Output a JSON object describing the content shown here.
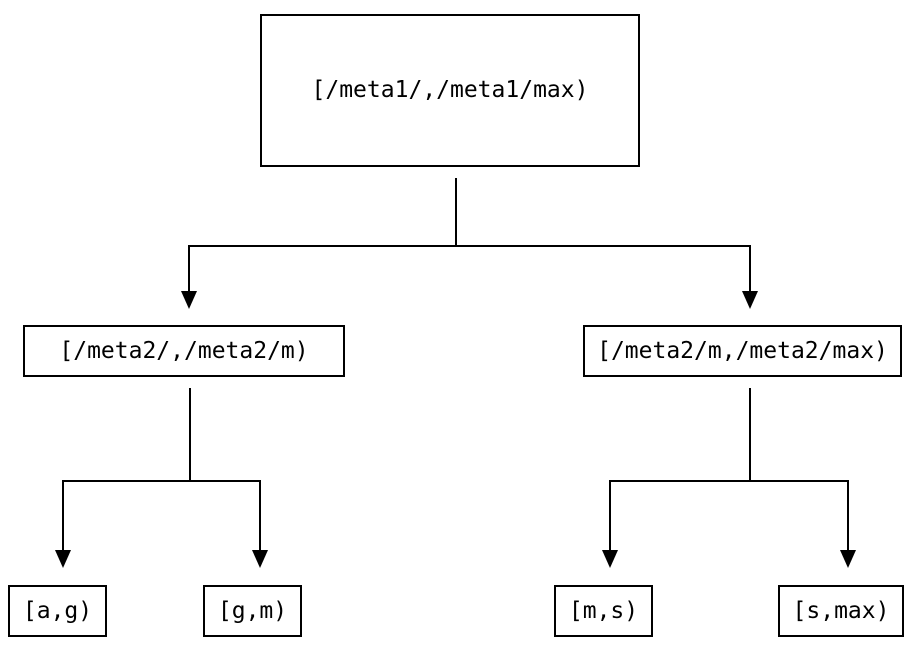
{
  "figure": {
    "type": "tree-diagram",
    "background": "#ffffff",
    "line_color": "#000000",
    "nodes": {
      "root": {
        "label": "[/meta1/,/meta1/max)"
      },
      "branch_left": {
        "label": "[/meta2/,/meta2/m)"
      },
      "branch_right": {
        "label": "[/meta2/m,/meta2/max)"
      },
      "leaf_1": {
        "label": "[a,g)"
      },
      "leaf_2": {
        "label": "[g,m)"
      },
      "leaf_3": {
        "label": "[m,s)"
      },
      "leaf_4": {
        "label": "[s,max)"
      }
    }
  }
}
